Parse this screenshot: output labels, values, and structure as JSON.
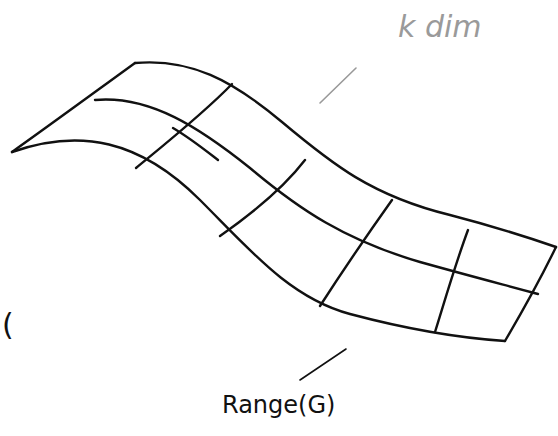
{
  "diagram": {
    "labels": [
      "k dim",
      "Range(G)",
      "("
    ]
  }
}
